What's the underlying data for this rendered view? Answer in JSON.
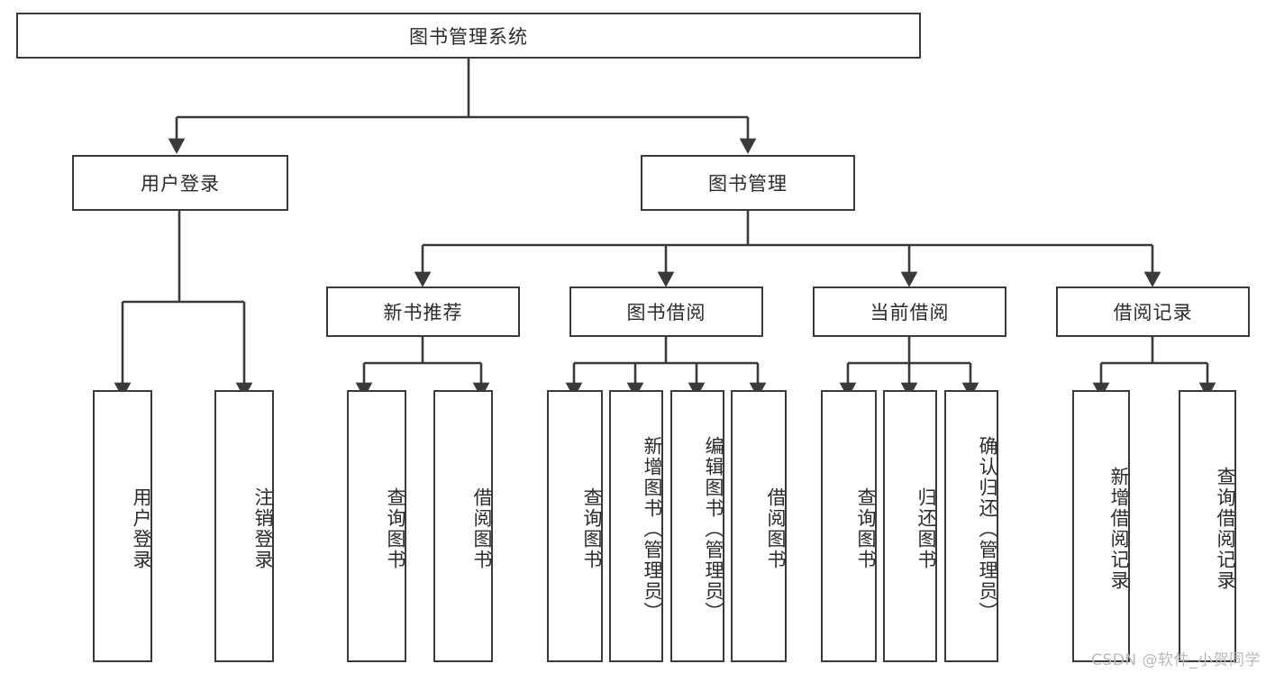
{
  "diagram": {
    "title": "图书管理系统",
    "type": "hierarchy-tree",
    "theme": {
      "background": "#ffffff",
      "box_border": "#3a3a3a",
      "box_fill": "#ffffff",
      "text": "#2b2b2b",
      "edge": "#3a3a3a",
      "watermark": "#b9b9b9"
    },
    "root": {
      "id": "root",
      "label": "图书管理系统"
    },
    "level2": [
      {
        "id": "user-login",
        "label": "用户登录"
      },
      {
        "id": "book-manage",
        "label": "图书管理"
      }
    ],
    "level3": [
      {
        "id": "new-book-recommend",
        "label": "新书推荐"
      },
      {
        "id": "book-borrow",
        "label": "图书借阅"
      },
      {
        "id": "current-borrow",
        "label": "当前借阅"
      },
      {
        "id": "borrow-record",
        "label": "借阅记录"
      }
    ],
    "leaves": [
      {
        "id": "leaf-user-login",
        "label": "用户登录",
        "parent": "user-login"
      },
      {
        "id": "leaf-user-logout",
        "label": "注销登录",
        "parent": "user-login"
      },
      {
        "id": "leaf-query-book-1",
        "label": "查询图书",
        "parent": "new-book-recommend"
      },
      {
        "id": "leaf-borrow-book-1",
        "label": "借阅图书",
        "parent": "new-book-recommend"
      },
      {
        "id": "leaf-query-book-2",
        "label": "查询图书",
        "parent": "book-borrow"
      },
      {
        "id": "leaf-add-book",
        "label": "新增图书（管理员）",
        "parent": "book-borrow"
      },
      {
        "id": "leaf-edit-book",
        "label": "编辑图书（管理员）",
        "parent": "book-borrow"
      },
      {
        "id": "leaf-borrow-book-2",
        "label": "借阅图书",
        "parent": "book-borrow"
      },
      {
        "id": "leaf-query-book-3",
        "label": "查询图书",
        "parent": "current-borrow"
      },
      {
        "id": "leaf-return-book",
        "label": "归还图书",
        "parent": "current-borrow"
      },
      {
        "id": "leaf-confirm-return",
        "label": "确认归还（管理员）",
        "parent": "current-borrow"
      },
      {
        "id": "leaf-add-record",
        "label": "新增借阅记录",
        "parent": "borrow-record"
      },
      {
        "id": "leaf-query-record",
        "label": "查询借阅记录",
        "parent": "borrow-record"
      }
    ],
    "watermark": "CSDN @软件_小贺同学"
  }
}
